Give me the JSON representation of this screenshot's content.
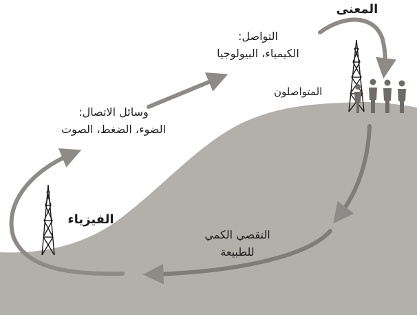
{
  "diagram": {
    "top_label": "المعنى",
    "communication": {
      "title": "التواصل:",
      "detail": "الكيمياء، البيولوجيا"
    },
    "communicators_label": "المتواصلون",
    "means": {
      "title": "وسائل الاتصال:",
      "detail": "الضوء، الضغط، الصوت"
    },
    "physics_label": "الفيزياء",
    "inquiry": {
      "line1": "التقصي الكمي",
      "line2": "للطبيعة"
    }
  },
  "colors": {
    "hill": "#b3b0ac",
    "arrow": "#8d8a87",
    "tower": "#1c1c1c",
    "person": "#6e6b68"
  }
}
